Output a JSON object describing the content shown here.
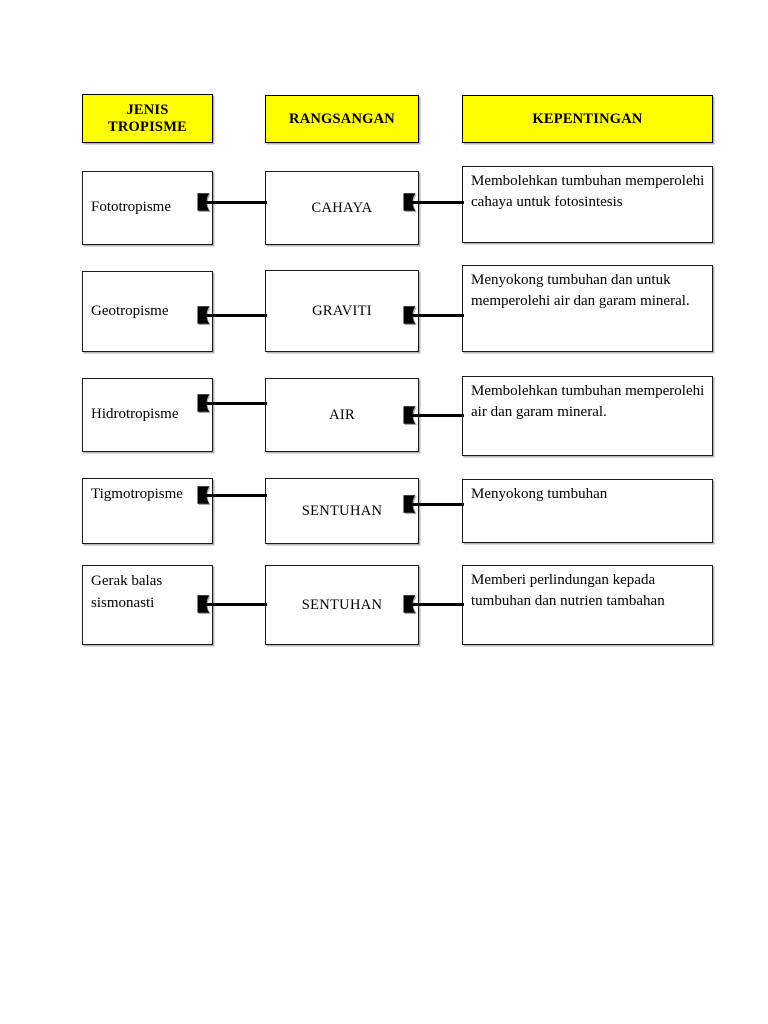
{
  "page": {
    "background": "#ffffff",
    "header_fill": "#ffff00",
    "border_color": "#000000",
    "connector_color": "#000000"
  },
  "headers": [
    {
      "label": "JENIS\nTROPISME"
    },
    {
      "label": "RANGSANGAN"
    },
    {
      "label": "KEPENTINGAN"
    }
  ],
  "rows": [
    {
      "tropisme": "Fototropisme",
      "rangsangan": "CAHAYA",
      "kepentingan": "Membolehkan tumbuhan memperolehi cahaya untuk fotosintesis"
    },
    {
      "tropisme": "Geotropisme",
      "rangsangan": "GRAVITI",
      "kepentingan": "Menyokong tumbuhan dan untuk memperolehi air dan garam mineral."
    },
    {
      "tropisme": "Hidrotropisme",
      "rangsangan": "AIR",
      "kepentingan": "Membolehkan tumbuhan memperolehi air dan garam mineral."
    },
    {
      "tropisme": "Tigmotropisme",
      "rangsangan": "SENTUHAN",
      "kepentingan": "Menyokong tumbuhan"
    },
    {
      "tropisme": "Gerak balas sismonasti",
      "rangsangan": "SENTUHAN",
      "kepentingan": "Memberi perlindungan kepada tumbuhan dan nutrien tambahan"
    }
  ]
}
